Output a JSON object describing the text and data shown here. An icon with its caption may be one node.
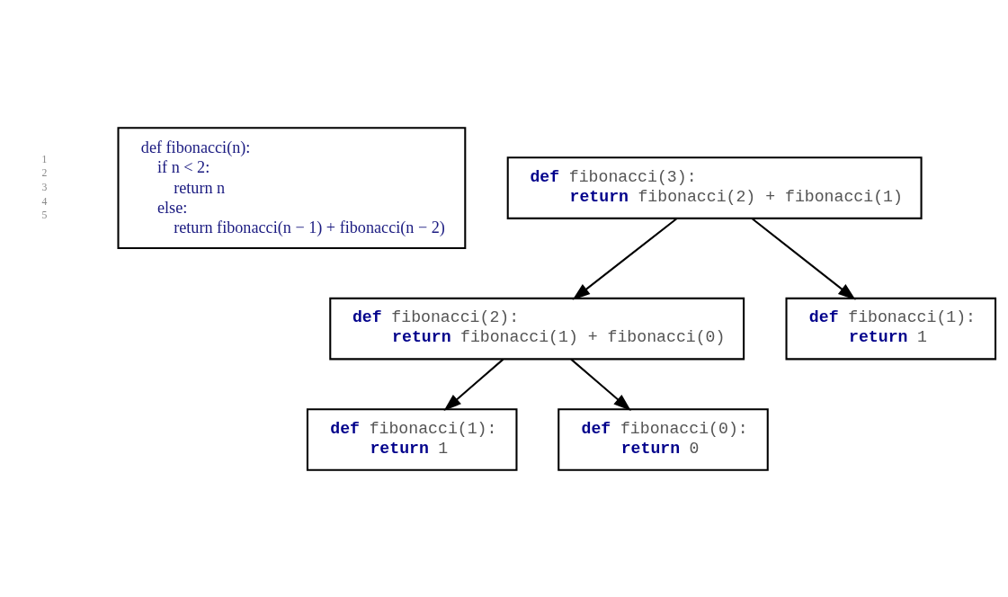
{
  "diagram": {
    "nodes": [
      {
        "text": [
          "def fibonacci(n):",
          "if n < 2:",
          "return n",
          "else:",
          "return fibonacci(n − 1) + fibonacci(n − 2)"
        ]
      },
      {
        "text": [
          "**def** fibonacci(3):",
          "**return** fibonacci(2) + fibonacci(1)"
        ]
      },
      {
        "text": [
          "**def** fibonacci(2):",
          "**return** fibonacci(1) + fibonacci(0)"
        ]
      },
      {
        "text": [
          "**def** fibonacci(1):",
          "**return** 1"
        ]
      },
      {
        "text": [
          "**def** fibonacci(1):",
          "**return** 1"
        ]
      },
      {
        "text": [
          "**def** fibonacci(0):",
          "**return** 0"
        ]
      }
    ],
    "edges": [
      {
        "from": 1,
        "to": 2,
        "arrow": "to"
      },
      {
        "from": 1,
        "to": 3,
        "arrow": "to"
      },
      {
        "from": 2,
        "to": 4,
        "arrow": "to"
      },
      {
        "from": 2,
        "to": 5,
        "arrow": "to"
      }
    ],
    "labels": [
      "1",
      "2",
      "3",
      "4",
      "5"
    ]
  }
}
